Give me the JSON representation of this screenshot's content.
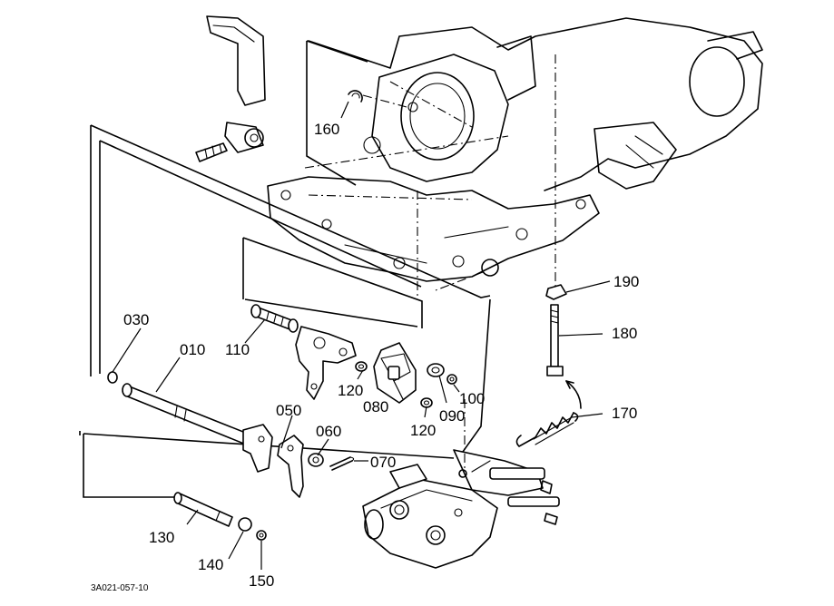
{
  "diagram": {
    "code": "3A021-057-10",
    "parts": [
      {
        "id": "010",
        "label": "010"
      },
      {
        "id": "030",
        "label": "030"
      },
      {
        "id": "050",
        "label": "050"
      },
      {
        "id": "060",
        "label": "060"
      },
      {
        "id": "070",
        "label": "070"
      },
      {
        "id": "080",
        "label": "080"
      },
      {
        "id": "090",
        "label": "090"
      },
      {
        "id": "100",
        "label": "100"
      },
      {
        "id": "110",
        "label": "110"
      },
      {
        "id": "120a",
        "label": "120"
      },
      {
        "id": "120b",
        "label": "120"
      },
      {
        "id": "130",
        "label": "130"
      },
      {
        "id": "140",
        "label": "140"
      },
      {
        "id": "150",
        "label": "150"
      },
      {
        "id": "160",
        "label": "160"
      },
      {
        "id": "170",
        "label": "170"
      },
      {
        "id": "180",
        "label": "180"
      },
      {
        "id": "190",
        "label": "190"
      }
    ]
  }
}
